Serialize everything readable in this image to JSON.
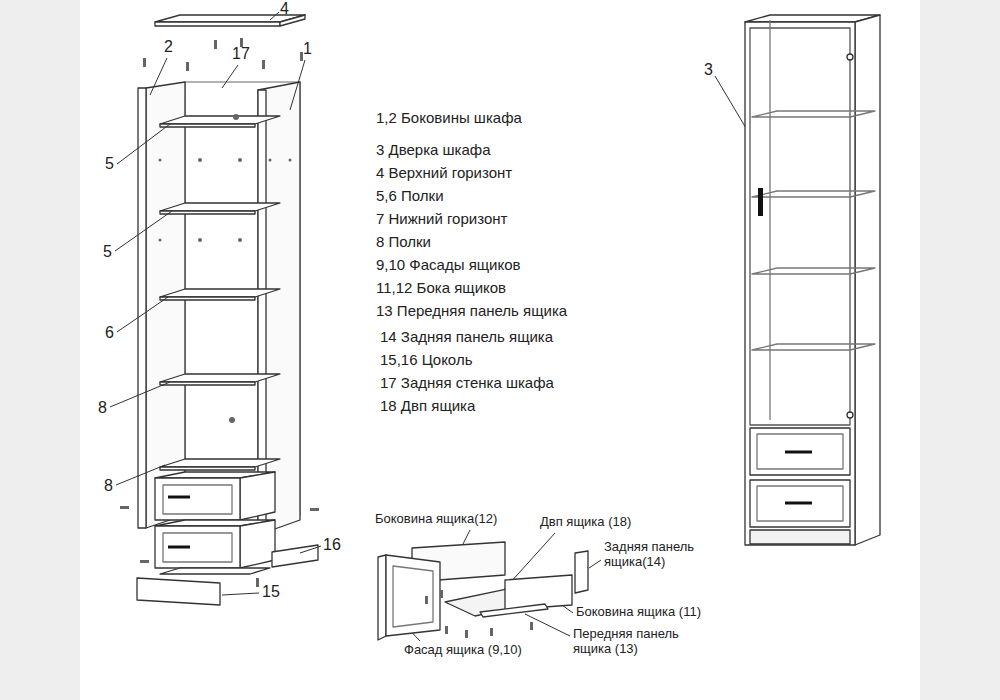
{
  "diagram": {
    "labels": [
      "4",
      "2",
      "17",
      "1",
      "3",
      "1,2 Боковины шкафа",
      "3 Дверка шкафа",
      "4 Верхний горизонт",
      "5,6 Полки",
      "7 Нижний горизонт",
      "8 Полки",
      "9,10 Фасады ящиков",
      "11,12 Бока ящиков",
      "13 Передняя панель ящика",
      "14 Задняя панель ящика",
      "15,16 Цоколь",
      "17 Задняя стенка шкафа",
      "18 Двп ящика",
      "5",
      "5",
      "6",
      "8",
      "8",
      "16",
      "15",
      "Боковина ящика(12)",
      "Двп ящика (18)",
      "Задняя панель ящика(14)",
      "Боковина ящика (11)",
      "Передняя панель ящика (13)",
      "Фасад ящика (9,10)"
    ]
  }
}
